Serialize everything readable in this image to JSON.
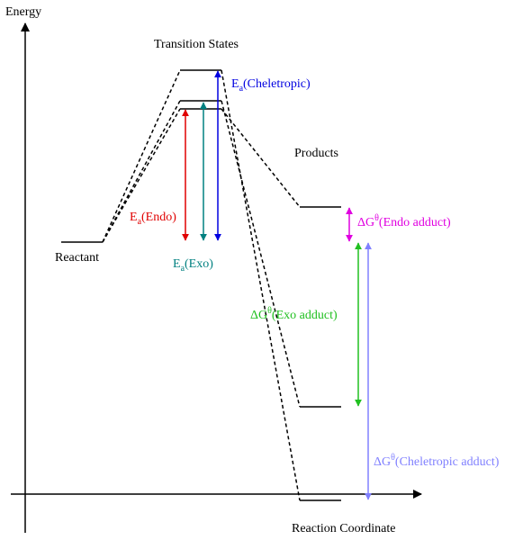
{
  "axes": {
    "y_label": "Energy",
    "x_label": "Reaction Coordinate"
  },
  "headers": {
    "transition_states": "Transition States",
    "products": "Products",
    "reactant": "Reactant"
  },
  "activation_labels": {
    "endo": {
      "base": "E",
      "sub": "a",
      "tail": "(Endo)"
    },
    "exo": {
      "base": "E",
      "sub": "a",
      "tail": "(Exo)"
    },
    "cheletropic": {
      "base": "E",
      "sub": "a",
      "tail": "(Cheletropic)"
    }
  },
  "gibbs_labels": {
    "endo": {
      "base": "ΔG",
      "sup": "θ",
      "tail": "(Endo adduct)"
    },
    "exo": {
      "base": "ΔG",
      "sup": "θ",
      "tail": "(Exo adduct)"
    },
    "cheletropic": {
      "base": "ΔG",
      "sup": "θ",
      "tail": "(Cheletropic adduct)"
    }
  },
  "colors": {
    "line": "#000000",
    "endo_activation": "#e00000",
    "exo_activation": "#008080",
    "cheletropic_activation": "#0000e0",
    "endo_adduct": "#e000e0",
    "exo_adduct": "#20c020",
    "cheletropic_adduct": "#8080ff"
  }
}
